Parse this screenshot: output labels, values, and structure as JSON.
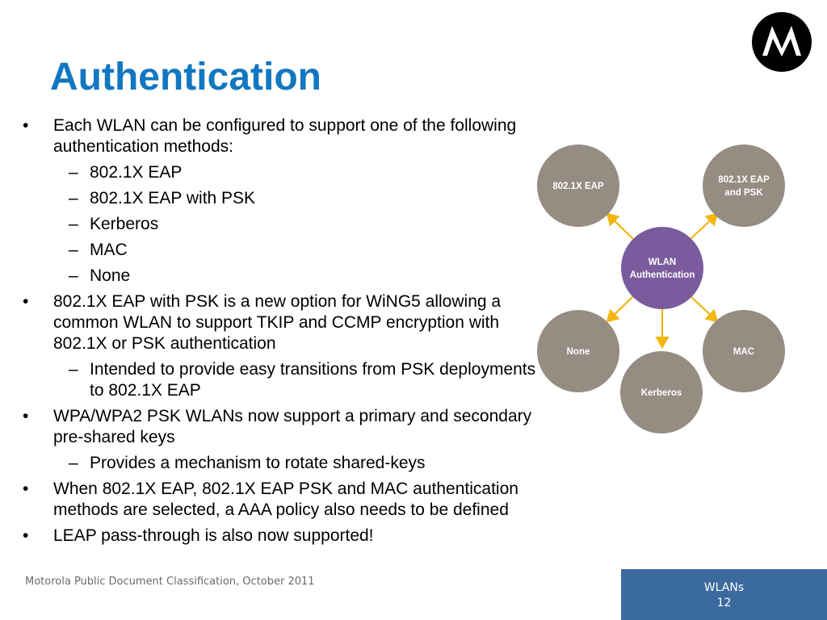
{
  "slide": {
    "title": "Authentication"
  },
  "bullets": [
    {
      "text": "Each WLAN can be configured to support one of the following authentication methods:",
      "subs": [
        "802.1X EAP",
        "802.1X EAP with PSK",
        "Kerberos",
        "MAC",
        "None"
      ]
    },
    {
      "text": "802.1X EAP with PSK is a new option for WiNG5 allowing a common WLAN to support TKIP and CCMP encryption with 802.1X or PSK authentication",
      "subs": [
        "Intended to provide easy transitions from PSK deployments to 802.1X EAP"
      ]
    },
    {
      "text": "WPA/WPA2 PSK WLANs now support a primary and secondary pre-shared keys",
      "subs": [
        "Provides a mechanism to rotate shared-keys"
      ]
    },
    {
      "text": "When 802.1X EAP, 802.1X EAP PSK and MAC authentication methods are selected, a AAA policy also needs to be defined",
      "subs": []
    },
    {
      "text": "LEAP pass-through is also now supported!",
      "subs": []
    }
  ],
  "markers": {
    "bullet": "•",
    "dash": "–"
  },
  "diagram": {
    "center": {
      "line1": "WLAN",
      "line2": "Authentication"
    },
    "nodes": {
      "eap": {
        "line1": "802.1X EAP"
      },
      "eap_psk": {
        "line1": "802.1X EAP",
        "line2": "and PSK"
      },
      "none": {
        "line1": "None"
      },
      "mac": {
        "line1": "MAC"
      },
      "kerberos": {
        "line1": "Kerberos"
      }
    },
    "colors": {
      "center": "#7a5c9e",
      "node": "#958c82",
      "arrow": "#f3b510"
    }
  },
  "footer": {
    "classification": "Motorola Public Document Classification, October 2011",
    "section": "WLANs",
    "page": "12"
  },
  "colors": {
    "title": "#1277c0",
    "footer_box": "#3b6a9e"
  }
}
